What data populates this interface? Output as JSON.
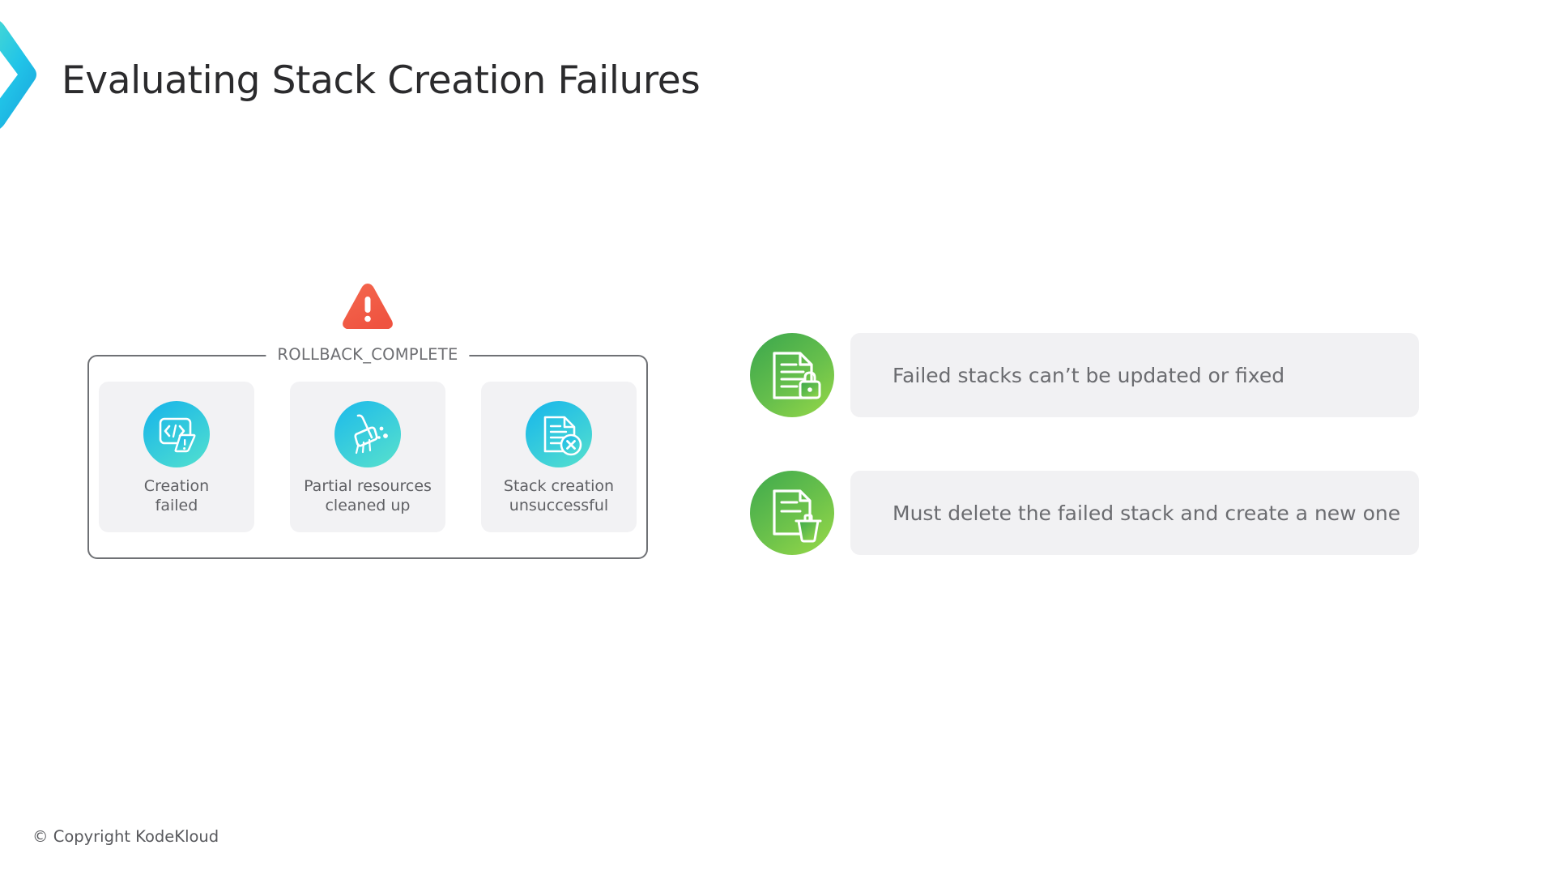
{
  "slide": {
    "title": "Evaluating Stack Creation Failures",
    "footer": "© Copyright KodeKloud",
    "brand_icon": "chevron-right-logo"
  },
  "theme": {
    "title_color": "#2b2b2d",
    "body_text_color": "#6b6c70",
    "card_bg": "#f2f2f4",
    "row_bg": "#f1f1f3",
    "frame_border": "#6f7175",
    "warning_color": "#f15f4c",
    "cyan_gradient_start": "#16b5ea",
    "cyan_gradient_end": "#4ddcd0",
    "green_gradient_start": "#3faa4e",
    "green_gradient_end": "#8dd24a"
  },
  "diagram": {
    "status_icon": "warning-triangle-icon",
    "status_label": "ROLLBACK_COMPLETE",
    "cards": [
      {
        "icon": "code-window-warning-icon",
        "label": "Creation\nfailed"
      },
      {
        "icon": "broom-cleanup-icon",
        "label": "Partial resources\ncleaned up"
      },
      {
        "icon": "document-error-icon",
        "label": "Stack creation\nunsuccessful"
      }
    ]
  },
  "points": [
    {
      "icon": "document-lock-icon",
      "text": "Failed stacks can’t be updated or fixed"
    },
    {
      "icon": "document-trash-icon",
      "text": "Must delete the failed stack and create a new one"
    }
  ]
}
